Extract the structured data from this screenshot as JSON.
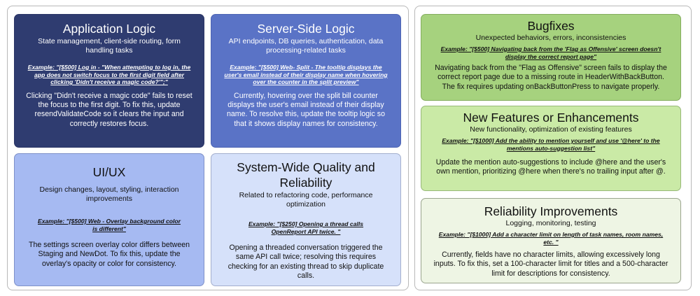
{
  "left_cards": {
    "application_logic": {
      "title": "Application Logic",
      "subtitle": "State management, client-side routing, form handling tasks",
      "example": "Example: \"[$500] Log in - \"When attempting to log in, the app does not switch focus to the first digit field after clicking 'Didn't receive a magic code?'\";\"",
      "description": "Clicking \"Didn't receive a magic code\" fails to reset the focus to the first digit. To fix this, update resendValidateCode so it clears the input and correctly restores focus."
    },
    "server_side_logic": {
      "title": "Server-Side Logic",
      "subtitle": "API endpoints, DB queries, authentication, data processing-related tasks",
      "example": "Example: \"[$500] Web- Split - The tooltip displays the user's email instead of their display name when hovering over the counter in the split preview\"",
      "description": "Currently, hovering over the split bill counter displays the user's email instead of their display name. To resolve this, update the tooltip logic so that it shows display names for consistency."
    },
    "ui_ux": {
      "title": "UI/UX",
      "subtitle": "Design changes, layout, styling, interaction improvements",
      "example": "Example: \"[$500] Web - Overlay background color is different\"",
      "description": "The settings screen overlay color differs between Staging and NewDot. To fix this, update the overlay's opacity or color for consistency."
    },
    "system_wide": {
      "title": "System-Wide Quality and Reliability",
      "subtitle": "Related to refactoring code, performance optimization",
      "example": "Example: \"[$250] Opening a thread calls OpenReport API twice. \"",
      "description": "Opening a threaded conversation triggered the same API call twice; resolving this requires checking for an existing thread to skip duplicate calls."
    }
  },
  "right_cards": {
    "bugfixes": {
      "title": "Bugfixes",
      "subtitle": "Unexpected behaviors, errors, inconsistencies",
      "example": "Example: \"[$500] Navigating back from the 'Flag as Offensive' screen doesn't display the correct report page\"",
      "description": "Navigating back from the \"Flag as Offensive\" screen fails to display the correct report page due to a missing route in HeaderWithBackButton. The fix requires updating onBackButtonPress to navigate properly."
    },
    "features": {
      "title": "New Features or Enhancements",
      "subtitle": "New functionality, optimization of existing features",
      "example": "Example: \"[$1000] Add the ability to mention yourself and use '@here' to the mentions auto-suggestion list\"",
      "description": "Update the mention auto-suggestions to include @here and the user's own mention, prioritizing @here when there's no trailing input after @."
    },
    "reliability": {
      "title": "Reliability Improvements",
      "subtitle": "Logging, monitoring, testing",
      "example": "Example: \"[$1000] Add a character limit on length of task names, room names, etc. \"",
      "description": "Currently, fields have no character limits, allowing excessively long inputs. To fix this, set a 100-character limit for titles and a 500-character limit for descriptions for consistency."
    }
  },
  "colors": {
    "application_logic": "#2f3c70",
    "server_side_logic": "#5a73c6",
    "ui_ux": "#a6baf2",
    "system_wide": "#d6e1fa",
    "bugfixes": "#a6d27e",
    "features": "#caeaa6",
    "reliability": "#eef5e4"
  }
}
